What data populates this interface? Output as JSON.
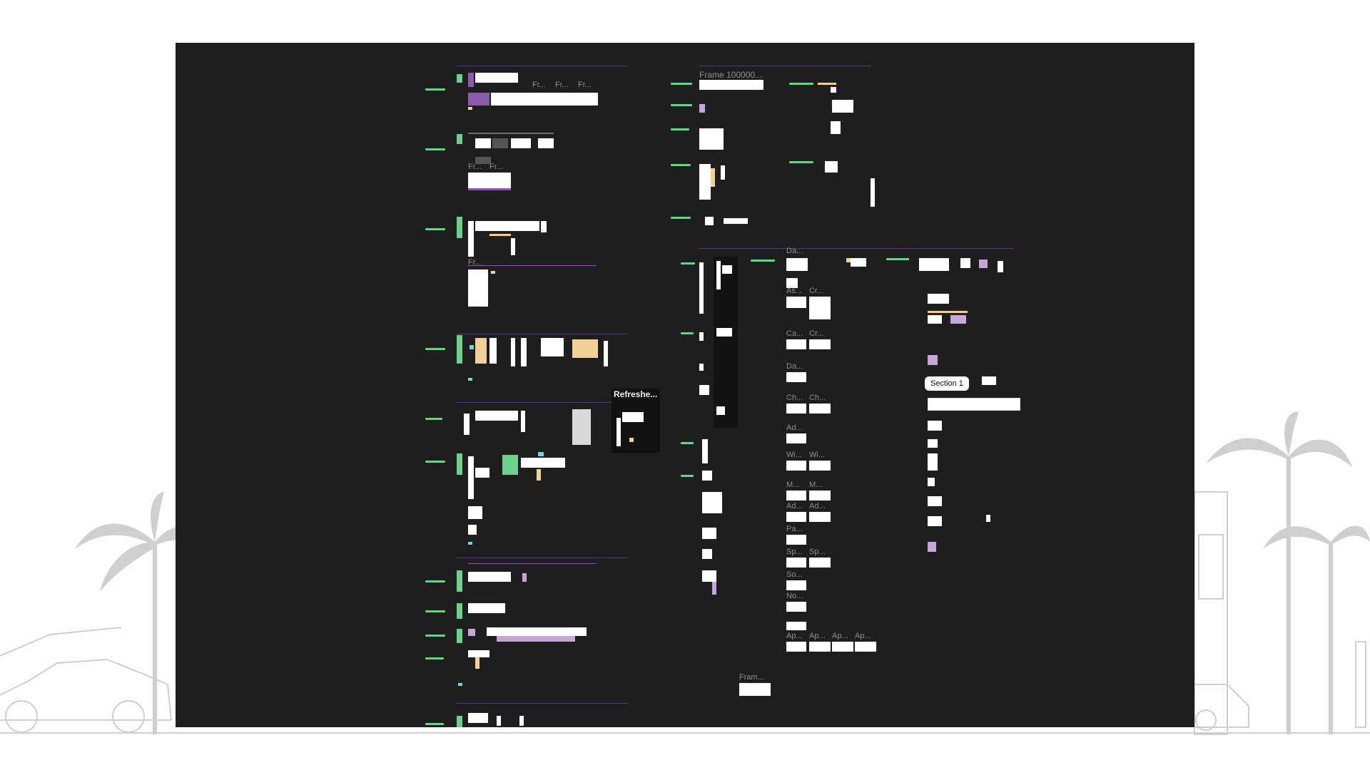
{
  "frame_labels": {
    "frame_1000": "Frame 100000...",
    "fr1": "Fr...",
    "fr2": "Fr...",
    "fr3": "Fr...",
    "fr4": "Fr...",
    "fr5": "Fr...",
    "refreshed": "Refreshe...",
    "section1": "Section 1",
    "da1": "Da...",
    "as1": "As...",
    "cr1": "Cr...",
    "ca1": "Ca...",
    "cr2": "Cr...",
    "da2": "Da...",
    "ch1": "Ch...",
    "ch2": "Ch...",
    "ad1": "Ad...",
    "wi1": "Wi...",
    "wi2": "Wi...",
    "m1": "M...",
    "m2": "M...",
    "ad2": "Ad...",
    "ad3": "Ad...",
    "pa1": "Pa...",
    "sp1": "Sp...",
    "sp2": "Sp...",
    "so1": "So...",
    "no1": "No...",
    "ap1": "Ap...",
    "ap2": "Ap...",
    "ap3": "Ap...",
    "ap4": "Ap...",
    "fram1": "Fram..."
  },
  "colors": {
    "canvas_bg": "#1e1e1e",
    "section_stripe": "#5a3a6c",
    "label_green": "#6ccf8e",
    "sticky": "#f3cf98",
    "accent_purple": "#8b5aa8"
  }
}
